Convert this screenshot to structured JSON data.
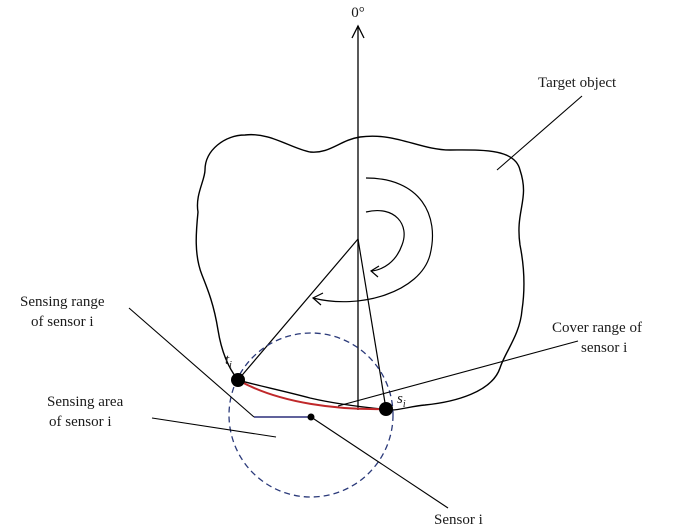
{
  "labels": {
    "zero_deg": "0°",
    "target_object": "Target object",
    "sensing_range_line1": "Sensing range",
    "sensing_range_line2": "of sensor i",
    "cover_range_line1": "Cover range of",
    "cover_range_line2": "sensor i",
    "sensing_area_line1": "Sensing area",
    "sensing_area_line2": "of sensor i",
    "sensor": "Sensor i",
    "t_main": "t",
    "t_sub": "i",
    "s_main": "s",
    "s_sub": "i"
  },
  "colors": {
    "outline": "#000000",
    "cover_arc": "#c0282a",
    "sensing_circle": "#2b3a7a",
    "sensor_line": "#2b2f7a"
  }
}
